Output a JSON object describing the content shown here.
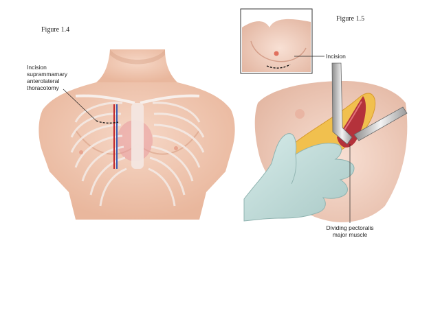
{
  "figure_left": {
    "title": "Figure 1.4",
    "annotation_lines": [
      "Incision",
      "suprammamary",
      "anterolateral",
      "thoracotomy"
    ]
  },
  "figure_right": {
    "title": "Figure 1.5",
    "inset_label": "Incision",
    "muscle_label_lines": [
      "Dividing pectoralis",
      "major muscle"
    ]
  }
}
